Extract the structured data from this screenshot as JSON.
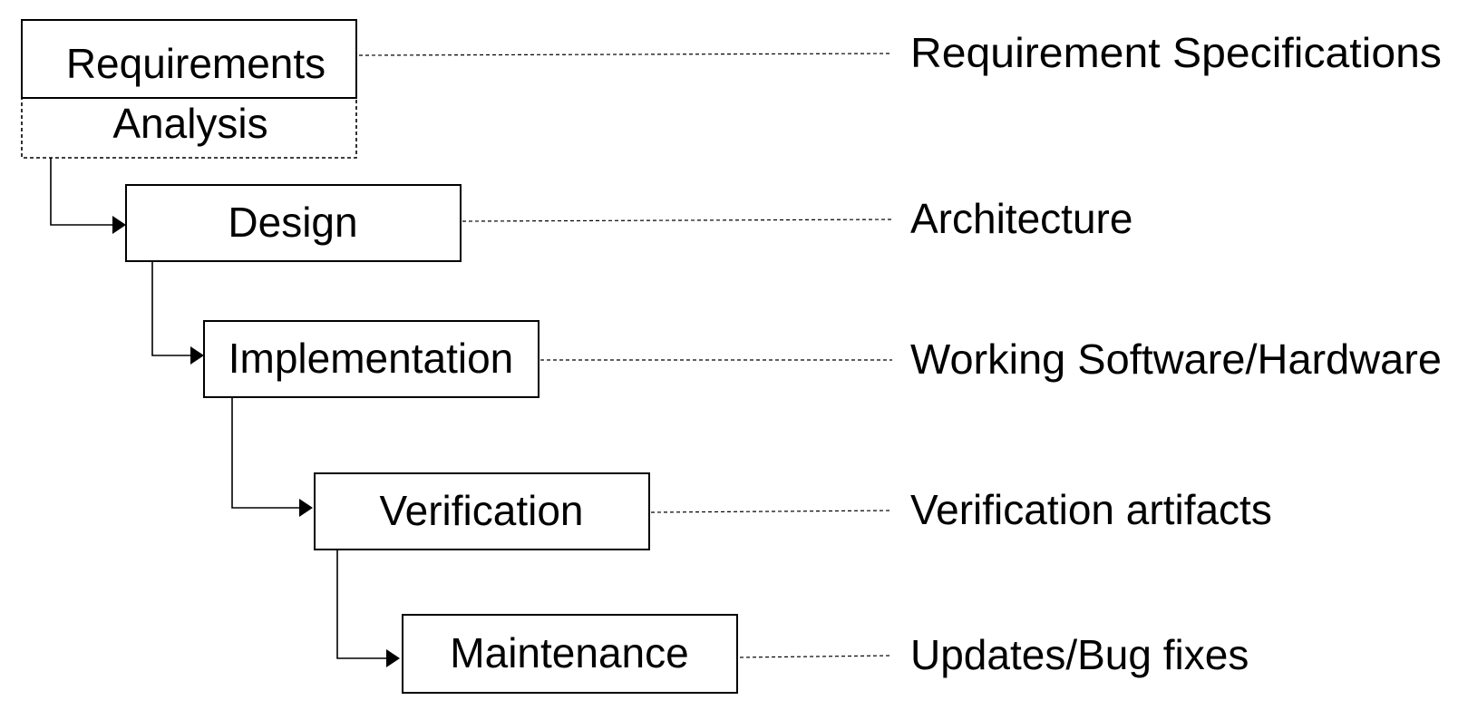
{
  "stages": [
    {
      "label": "Requirements",
      "sublabel": "Analysis",
      "output": "Requirement Specifications"
    },
    {
      "label": "Design",
      "output": "Architecture"
    },
    {
      "label": "Implementation",
      "output": "Working Software/Hardware"
    },
    {
      "label": "Verification",
      "output": "Verification artifacts"
    },
    {
      "label": "Maintenance",
      "output": "Updates/Bug fixes"
    }
  ]
}
